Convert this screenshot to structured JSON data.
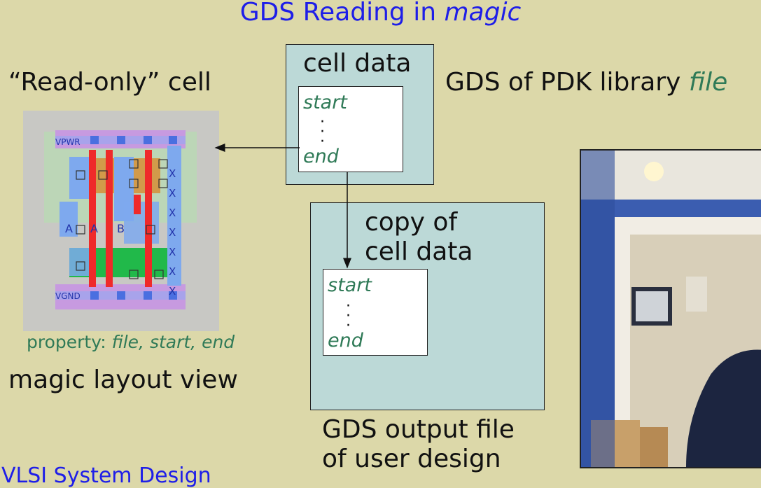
{
  "slide": {
    "title_main": "GDS Reading in ",
    "title_italic": "magic",
    "left_heading": "“Read-only” cell",
    "property_label": "property: ",
    "property_values": "file, start, end",
    "layout_caption": "magic layout view",
    "footer_text": "VLSI System Design"
  },
  "pdk_box": {
    "header": "cell data",
    "start": "start",
    "end": "end",
    "side_label_main": "GDS of PDK library ",
    "side_label_italic": "file"
  },
  "output_box": {
    "header_line1": "copy of",
    "header_line2": "cell data",
    "start": "start",
    "end": "end",
    "caption_line1": "GDS output file",
    "caption_line2": "of user design"
  },
  "layout_labels": {
    "top_rail": "VPWR",
    "bottom_rail": "VGND",
    "pin_a1": "A",
    "pin_a2": "A",
    "pin_b": "B",
    "x_marks": [
      "X",
      "X",
      "X",
      "X",
      "X",
      "X",
      "X"
    ]
  },
  "colors": {
    "background": "#dcd8a9",
    "title": "#1e1ee8",
    "italic_green": "#2f7a57",
    "box_teal": "#bcd9d7"
  }
}
